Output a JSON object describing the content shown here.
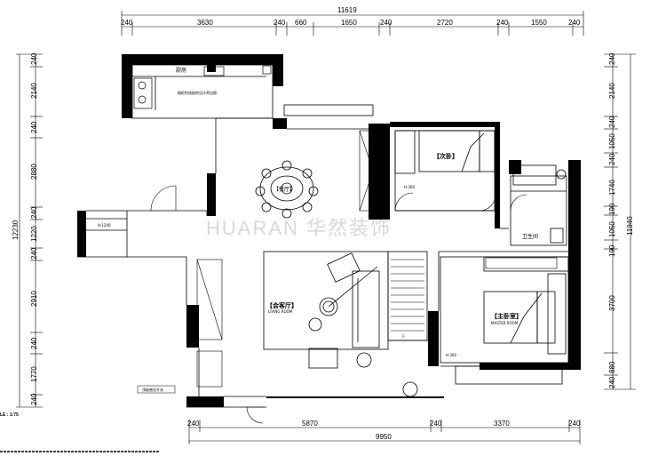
{
  "dimensions": {
    "top_total": "11619",
    "top_segments": [
      "240",
      "3630",
      "240",
      "660",
      "1650",
      "240",
      "2720",
      "240",
      "1550",
      "240"
    ],
    "bottom_total": "9950",
    "bottom_segments": [
      "240",
      "5870",
      "240",
      "3370",
      "240"
    ],
    "left_total": "12230",
    "left_segments": [
      "240",
      "2140",
      "240",
      "2880",
      "240",
      "1220",
      "240",
      "2910",
      "240",
      "1770",
      "240"
    ],
    "right_total": "11940",
    "right_segments": [
      "240",
      "2140",
      "240",
      "1050",
      "240",
      "1740",
      "190",
      "1050",
      "190",
      "3700",
      "880",
      "240"
    ]
  },
  "rooms": {
    "kitchen": "厨房",
    "dining": "【餐厅】",
    "living": "【会客厅】",
    "living_sub": "LIVING ROOM",
    "second_bedroom": "【次卧】",
    "master_bedroom": "【主卧室】",
    "master_sub": "MASTER ROOM",
    "bathroom": "卫生间"
  },
  "annotations": {
    "kitchen_note": "橱柜衔接厨房设计师出图",
    "h300": "H:300",
    "h1200": "H:1200",
    "h300_b": "H:300",
    "stairs_label": "下",
    "entry_note": "顶级感应开关"
  },
  "watermark": "HUARAN 华然装饰",
  "scale_label": "LE : 1:75"
}
